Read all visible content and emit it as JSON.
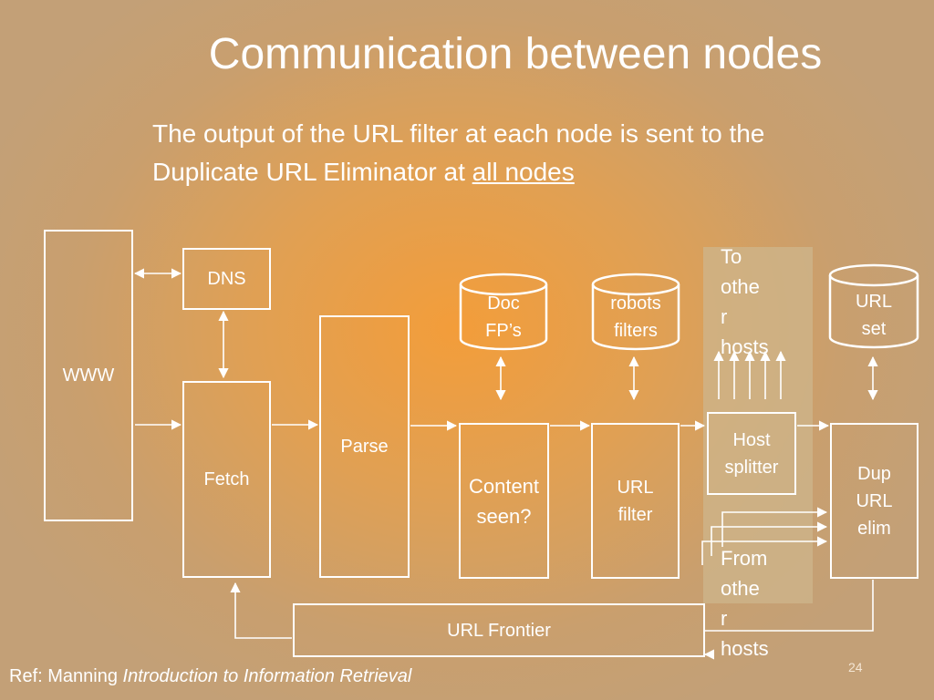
{
  "title": "Communication between nodes",
  "subtitle": {
    "line1": "The output of the URL filter at each node is sent to the",
    "line2_prefix": "Duplicate URL Eliminator at ",
    "line2_link": "all nodes"
  },
  "nodes": {
    "www": "WWW",
    "dns": "DNS",
    "fetch": "Fetch",
    "parse": "Parse",
    "content_seen": [
      "Content",
      "seen?"
    ],
    "url_filter": [
      "URL",
      "filter"
    ],
    "host_splitter": [
      "Host",
      "splitter"
    ],
    "dup_url_elim": [
      "Dup",
      "URL",
      "elim"
    ],
    "url_frontier": "URL Frontier"
  },
  "stores": {
    "doc_fps": [
      "Doc",
      "FP’s"
    ],
    "robots_filters": [
      "robots",
      "filters"
    ],
    "url_set": [
      "URL",
      "set"
    ]
  },
  "labels": {
    "to_other_hosts": [
      "To",
      "othe",
      "r",
      "hosts"
    ],
    "from_other_hosts": [
      "From",
      "othe",
      "r",
      "hosts"
    ]
  },
  "footer": {
    "ref_prefix": "Ref: Manning ",
    "ref_title": "Introduction to Information Retrieval",
    "page_number": "24"
  }
}
